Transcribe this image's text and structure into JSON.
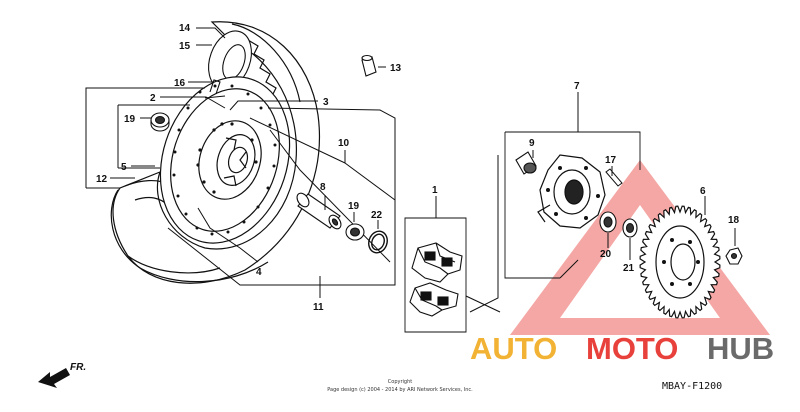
{
  "callouts": {
    "p1": "1",
    "p2": "2",
    "p3": "3",
    "p4": "4",
    "p5": "5",
    "p6": "6",
    "p7": "7",
    "p8": "8",
    "p9": "9",
    "p10": "10",
    "p11": "11",
    "p12": "12",
    "p13": "13",
    "p14": "14",
    "p15": "15",
    "p16": "16",
    "p17": "17",
    "p18": "18",
    "p19a": "19",
    "p19b": "19",
    "p20": "20",
    "p21": "21",
    "p22": "22"
  },
  "direction_label": "FR.",
  "copyright": {
    "line1": "Copyright",
    "line2": "Page design (c) 2004 - 2014 by ARI Network Services, Inc."
  },
  "diagram_code": "MBAY-F1200",
  "watermark": {
    "word1": "AUTO",
    "word2": "MOTO",
    "word3": "HUB",
    "color_red": "#e8413c",
    "color_orange": "#f2b233",
    "color_gray": "#6a6a6a"
  }
}
